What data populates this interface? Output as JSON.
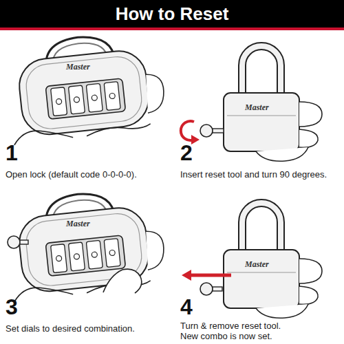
{
  "diagram": {
    "title": "How to Reset",
    "labels": [
      "1",
      "Open lock (default code 0-0-0-0).",
      "2",
      "Insert reset tool and turn 90 degrees.",
      "3",
      "Set dials to desired combination.",
      "4",
      "Turn & remove reset tool. New combo is now set.",
      "Master",
      "Master",
      "Master",
      "Master"
    ]
  }
}
